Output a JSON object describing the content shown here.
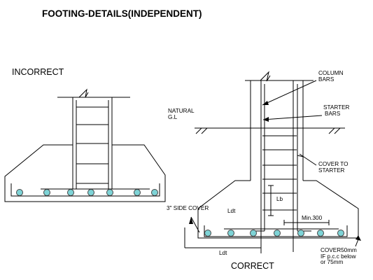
{
  "title": "FOOTING-DETAILS(INDEPENDENT)",
  "incorrect": {
    "heading": "INCORRECT"
  },
  "correct": {
    "heading": "CORRECT",
    "labels": {
      "column_bars": [
        "COLUMN",
        "BARS"
      ],
      "natural_gl": [
        "NATURAL",
        "G.L"
      ],
      "starter_bars": [
        "STARTER",
        "BARS"
      ],
      "cover_to_starter": [
        "COVER TO",
        "STARTER"
      ],
      "lb": "Lb",
      "side_cover": "3\" SIDE COVER",
      "ldt_upper": "Ldt",
      "min300": "Min.300",
      "ldt_lower": "Ldt",
      "cover50": [
        "COVER50mm",
        "IF p.c.c below",
        "or 75mm"
      ]
    }
  },
  "colors": {
    "line": "#000000",
    "bar_fill": "#7ed3d6",
    "background": "#ffffff"
  }
}
